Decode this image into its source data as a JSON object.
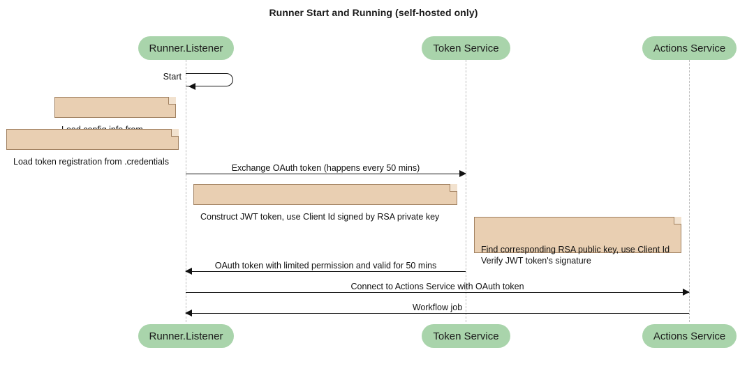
{
  "diagram": {
    "type": "sequence-diagram",
    "title": "Runner Start and Running (self-hosted only)",
    "colors": {
      "participant_fill": "#a9d4ab",
      "note_fill": "#e9cfb2",
      "note_border": "#a08060",
      "lifeline": "#bcbcbc",
      "line": "#111111",
      "background": "#ffffff"
    },
    "participants": [
      {
        "id": "runner",
        "label": "Runner.Listener"
      },
      {
        "id": "token",
        "label": "Token Service"
      },
      {
        "id": "actions",
        "label": "Actions Service"
      }
    ],
    "messages": [
      {
        "id": "start",
        "label": "Start",
        "kind": "self",
        "from": "runner",
        "to": "runner"
      },
      {
        "id": "exchange-oauth-token",
        "label": "Exchange OAuth token (happens every 50 mins)",
        "kind": "sync",
        "direction": "right",
        "from": "runner",
        "to": "token"
      },
      {
        "id": "oauth-token-reply",
        "label": "OAuth token with limited permission and valid for 50 mins",
        "kind": "sync",
        "direction": "left",
        "from": "token",
        "to": "runner"
      },
      {
        "id": "connect-actions-service",
        "label": "Connect to Actions Service with OAuth token",
        "kind": "sync",
        "direction": "right",
        "from": "runner",
        "to": "actions"
      },
      {
        "id": "workflow-job",
        "label": "Workflow job",
        "kind": "sync",
        "direction": "left",
        "from": "actions",
        "to": "runner"
      }
    ],
    "notes": [
      {
        "id": "load-config",
        "text": "Load config info from .runner",
        "attached_to": "runner"
      },
      {
        "id": "load-token-registration",
        "text": "Load token registration from .credentials",
        "attached_to": "runner"
      },
      {
        "id": "construct-jwt",
        "text": "Construct JWT token, use Client Id signed by RSA private key",
        "attached_to": "runner"
      },
      {
        "id": "verify-jwt",
        "text": "Find corresponding RSA public key, use Client Id\nVerify JWT token's signature",
        "attached_to": "token"
      }
    ]
  }
}
